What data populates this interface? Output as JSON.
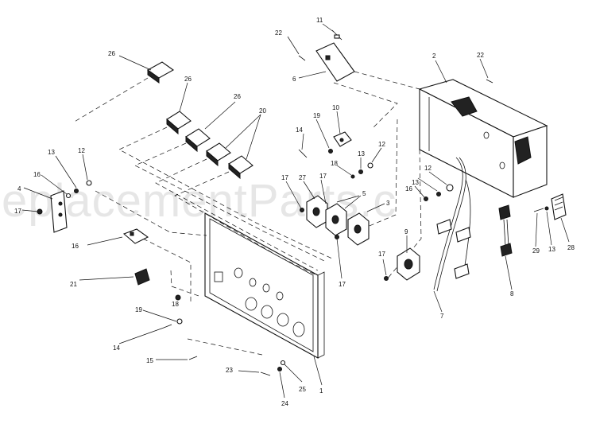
{
  "watermark": "eplacementParts.c",
  "callouts": {
    "c1": "1",
    "c2": "2",
    "c3": "3",
    "c4": "4",
    "c5": "5",
    "c6": "6",
    "c7": "7",
    "c8": "8",
    "c9": "9",
    "c10": "10",
    "c11": "11",
    "c12a": "12",
    "c12b": "12",
    "c12c": "12",
    "c13a": "13",
    "c13b": "13",
    "c13c": "13",
    "c13d": "13",
    "c14a": "14",
    "c14b": "14",
    "c15": "15",
    "c16a": "16",
    "c16b": "16",
    "c16c": "16",
    "c17a": "17",
    "c17b": "17",
    "c17c": "17",
    "c17d": "17",
    "c17e": "17",
    "c18a": "18",
    "c18b": "18",
    "c19a": "19",
    "c19b": "19",
    "c20": "20",
    "c21": "21",
    "c22a": "22",
    "c22b": "22",
    "c23": "23",
    "c24": "24",
    "c25": "25",
    "c26a": "26",
    "c26b": "26",
    "c26c": "26",
    "c27": "27",
    "c28": "28",
    "c29": "29"
  }
}
